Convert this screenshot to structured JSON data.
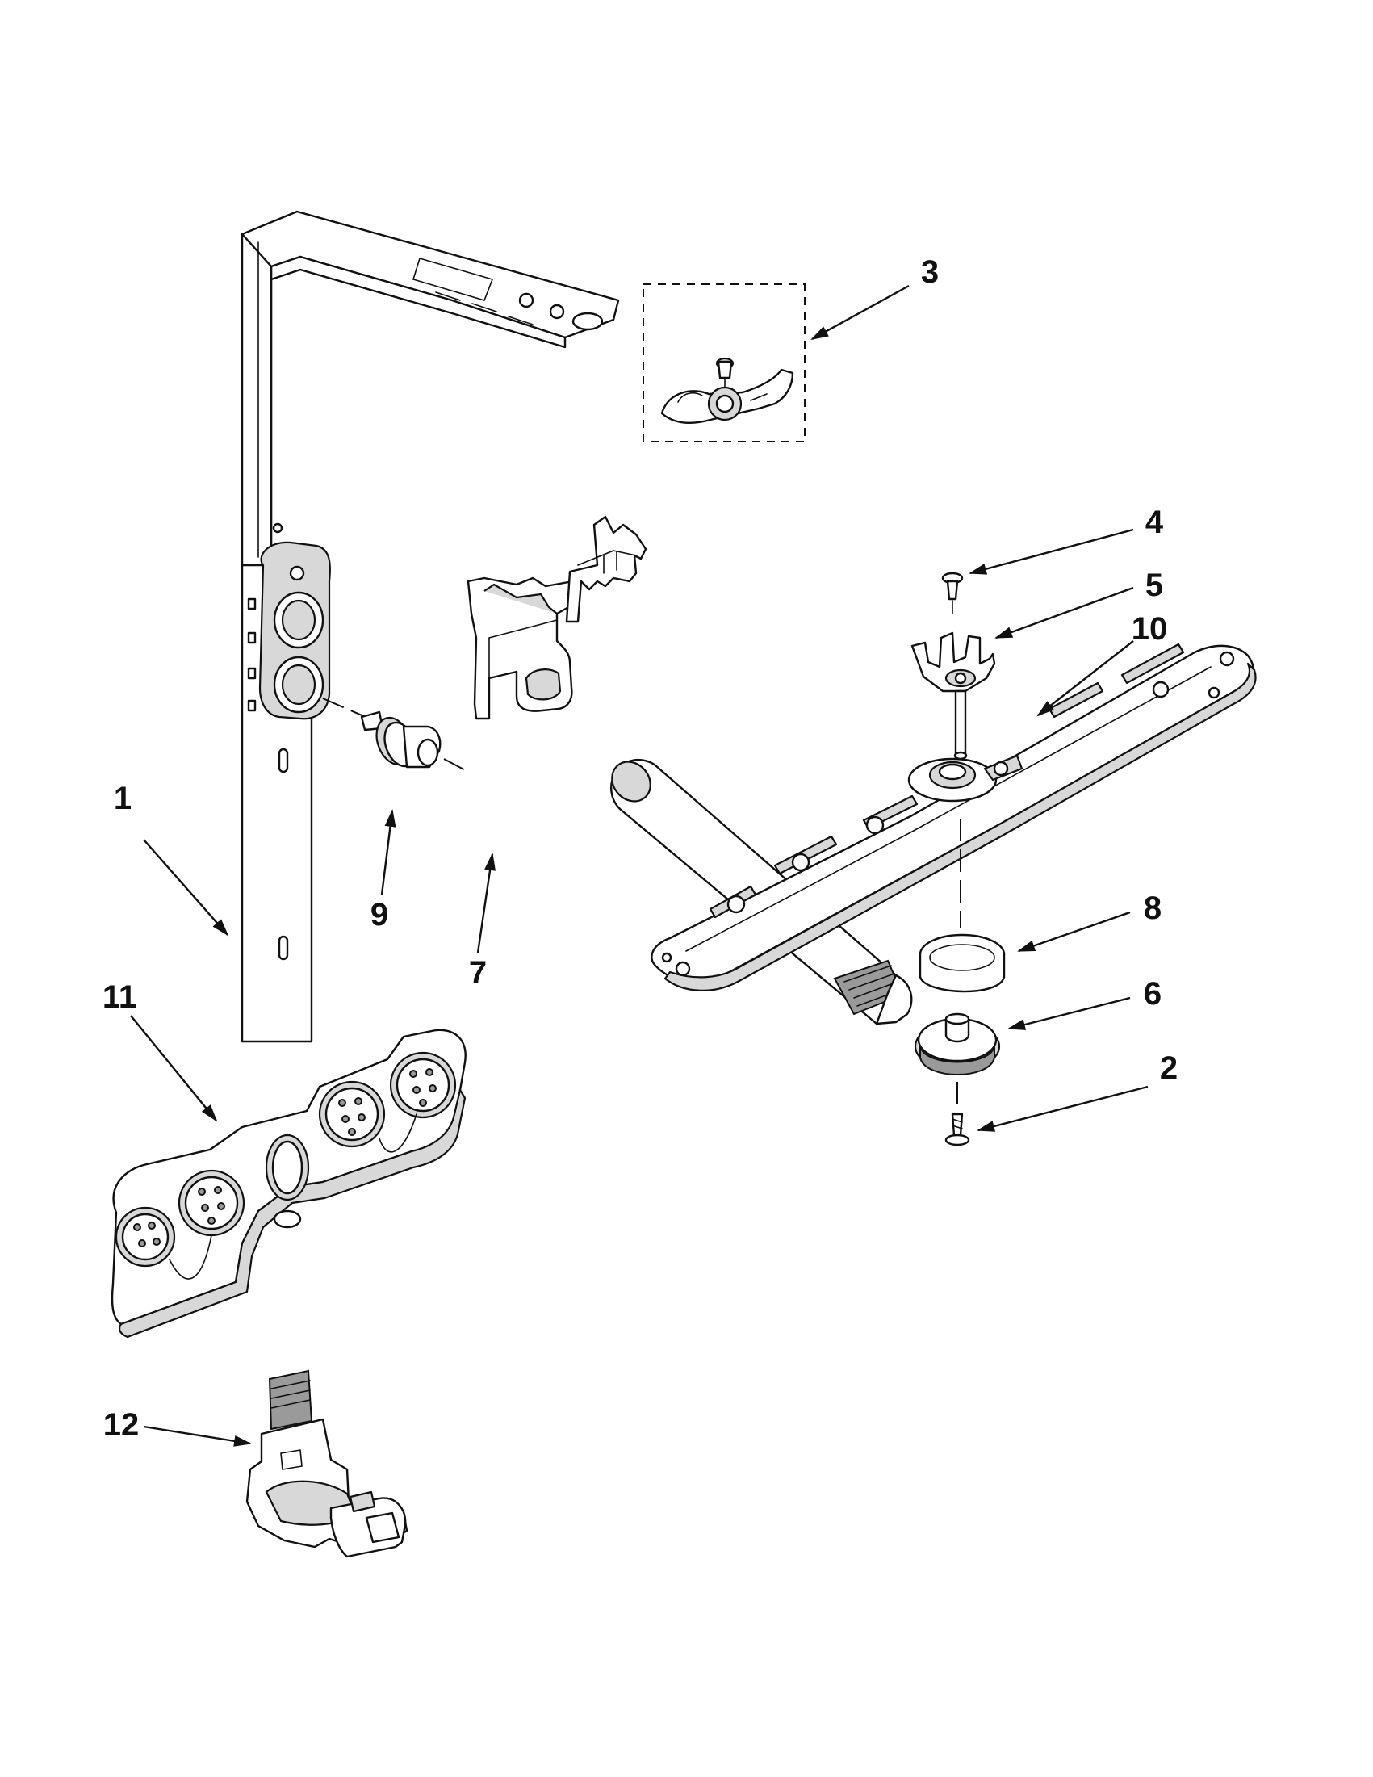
{
  "callouts": [
    {
      "id": "1",
      "label": "1"
    },
    {
      "id": "2",
      "label": "2"
    },
    {
      "id": "3",
      "label": "3"
    },
    {
      "id": "4",
      "label": "4"
    },
    {
      "id": "5",
      "label": "5"
    },
    {
      "id": "6",
      "label": "6"
    },
    {
      "id": "7",
      "label": "7"
    },
    {
      "id": "8",
      "label": "8"
    },
    {
      "id": "9",
      "label": "9"
    },
    {
      "id": "10",
      "label": "10"
    },
    {
      "id": "11",
      "label": "11"
    },
    {
      "id": "12",
      "label": "12"
    }
  ],
  "colors": {
    "line": "#111111",
    "shade": "#d8d8d8",
    "background": "#ffffff"
  }
}
